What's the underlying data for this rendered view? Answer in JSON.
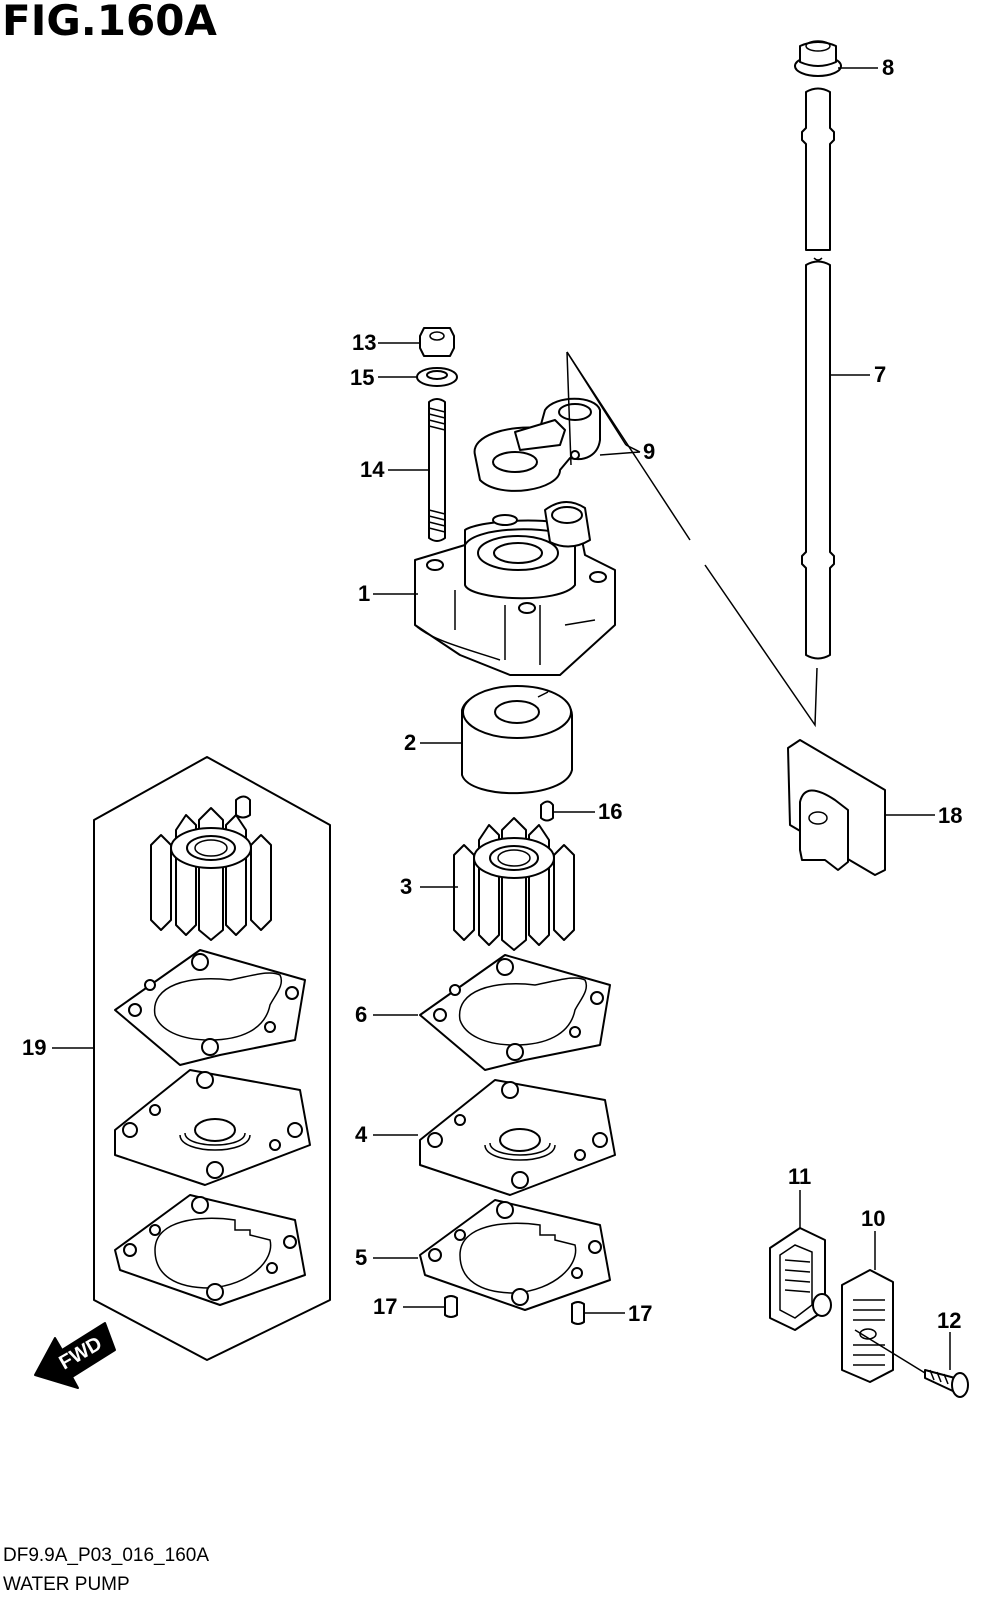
{
  "figure": {
    "title": "FIG.160A",
    "code": "DF9.9A_P03_016_160A",
    "caption": "WATER PUMP"
  },
  "direction": {
    "label": "FWD"
  },
  "callouts": [
    {
      "id": "c1",
      "number": "1"
    },
    {
      "id": "c2",
      "number": "2"
    },
    {
      "id": "c3",
      "number": "3"
    },
    {
      "id": "c4",
      "number": "4"
    },
    {
      "id": "c5",
      "number": "5"
    },
    {
      "id": "c6",
      "number": "6"
    },
    {
      "id": "c7",
      "number": "7"
    },
    {
      "id": "c8",
      "number": "8"
    },
    {
      "id": "c9",
      "number": "9"
    },
    {
      "id": "c10",
      "number": "10"
    },
    {
      "id": "c11",
      "number": "11"
    },
    {
      "id": "c12",
      "number": "12"
    },
    {
      "id": "c13",
      "number": "13"
    },
    {
      "id": "c14",
      "number": "14"
    },
    {
      "id": "c15",
      "number": "15"
    },
    {
      "id": "c16",
      "number": "16"
    },
    {
      "id": "c17a",
      "number": "17"
    },
    {
      "id": "c17b",
      "number": "17"
    },
    {
      "id": "c18",
      "number": "18"
    },
    {
      "id": "c19",
      "number": "19"
    }
  ]
}
